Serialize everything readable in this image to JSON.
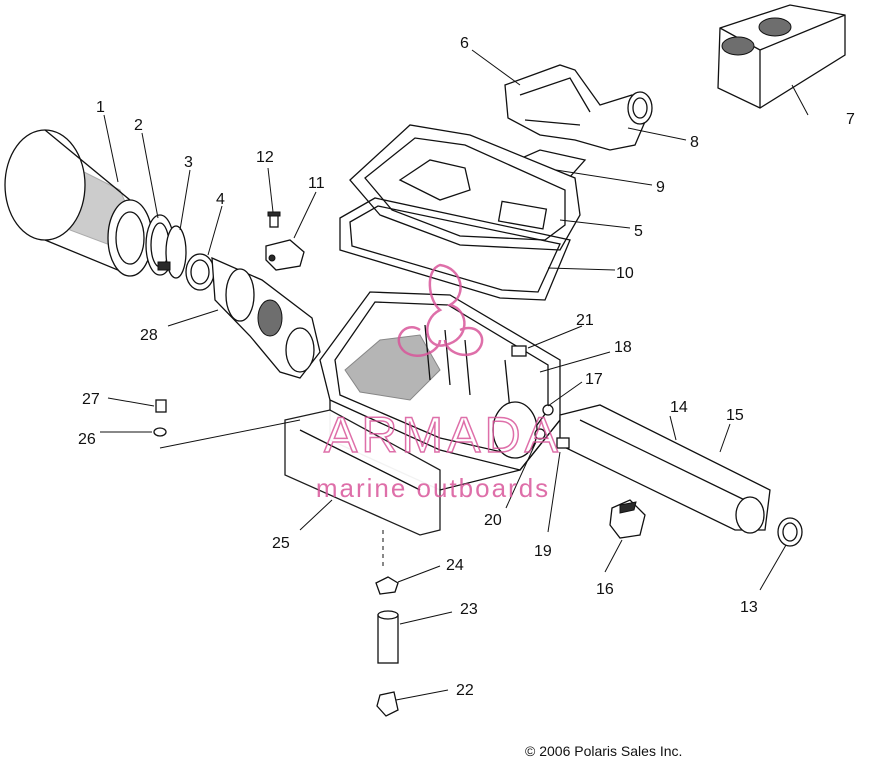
{
  "diagram": {
    "callouts": [
      "1",
      "2",
      "3",
      "4",
      "5",
      "6",
      "7",
      "8",
      "9",
      "10",
      "11",
      "12",
      "13",
      "14",
      "15",
      "16",
      "17",
      "18",
      "19",
      "20",
      "21",
      "22",
      "23",
      "24",
      "25",
      "26",
      "27",
      "28"
    ],
    "copyright": "© 2006 Polaris Sales Inc."
  },
  "watermark": {
    "brand": "ARMADA",
    "tagline": "marine outboards",
    "color": "#d9569b"
  }
}
